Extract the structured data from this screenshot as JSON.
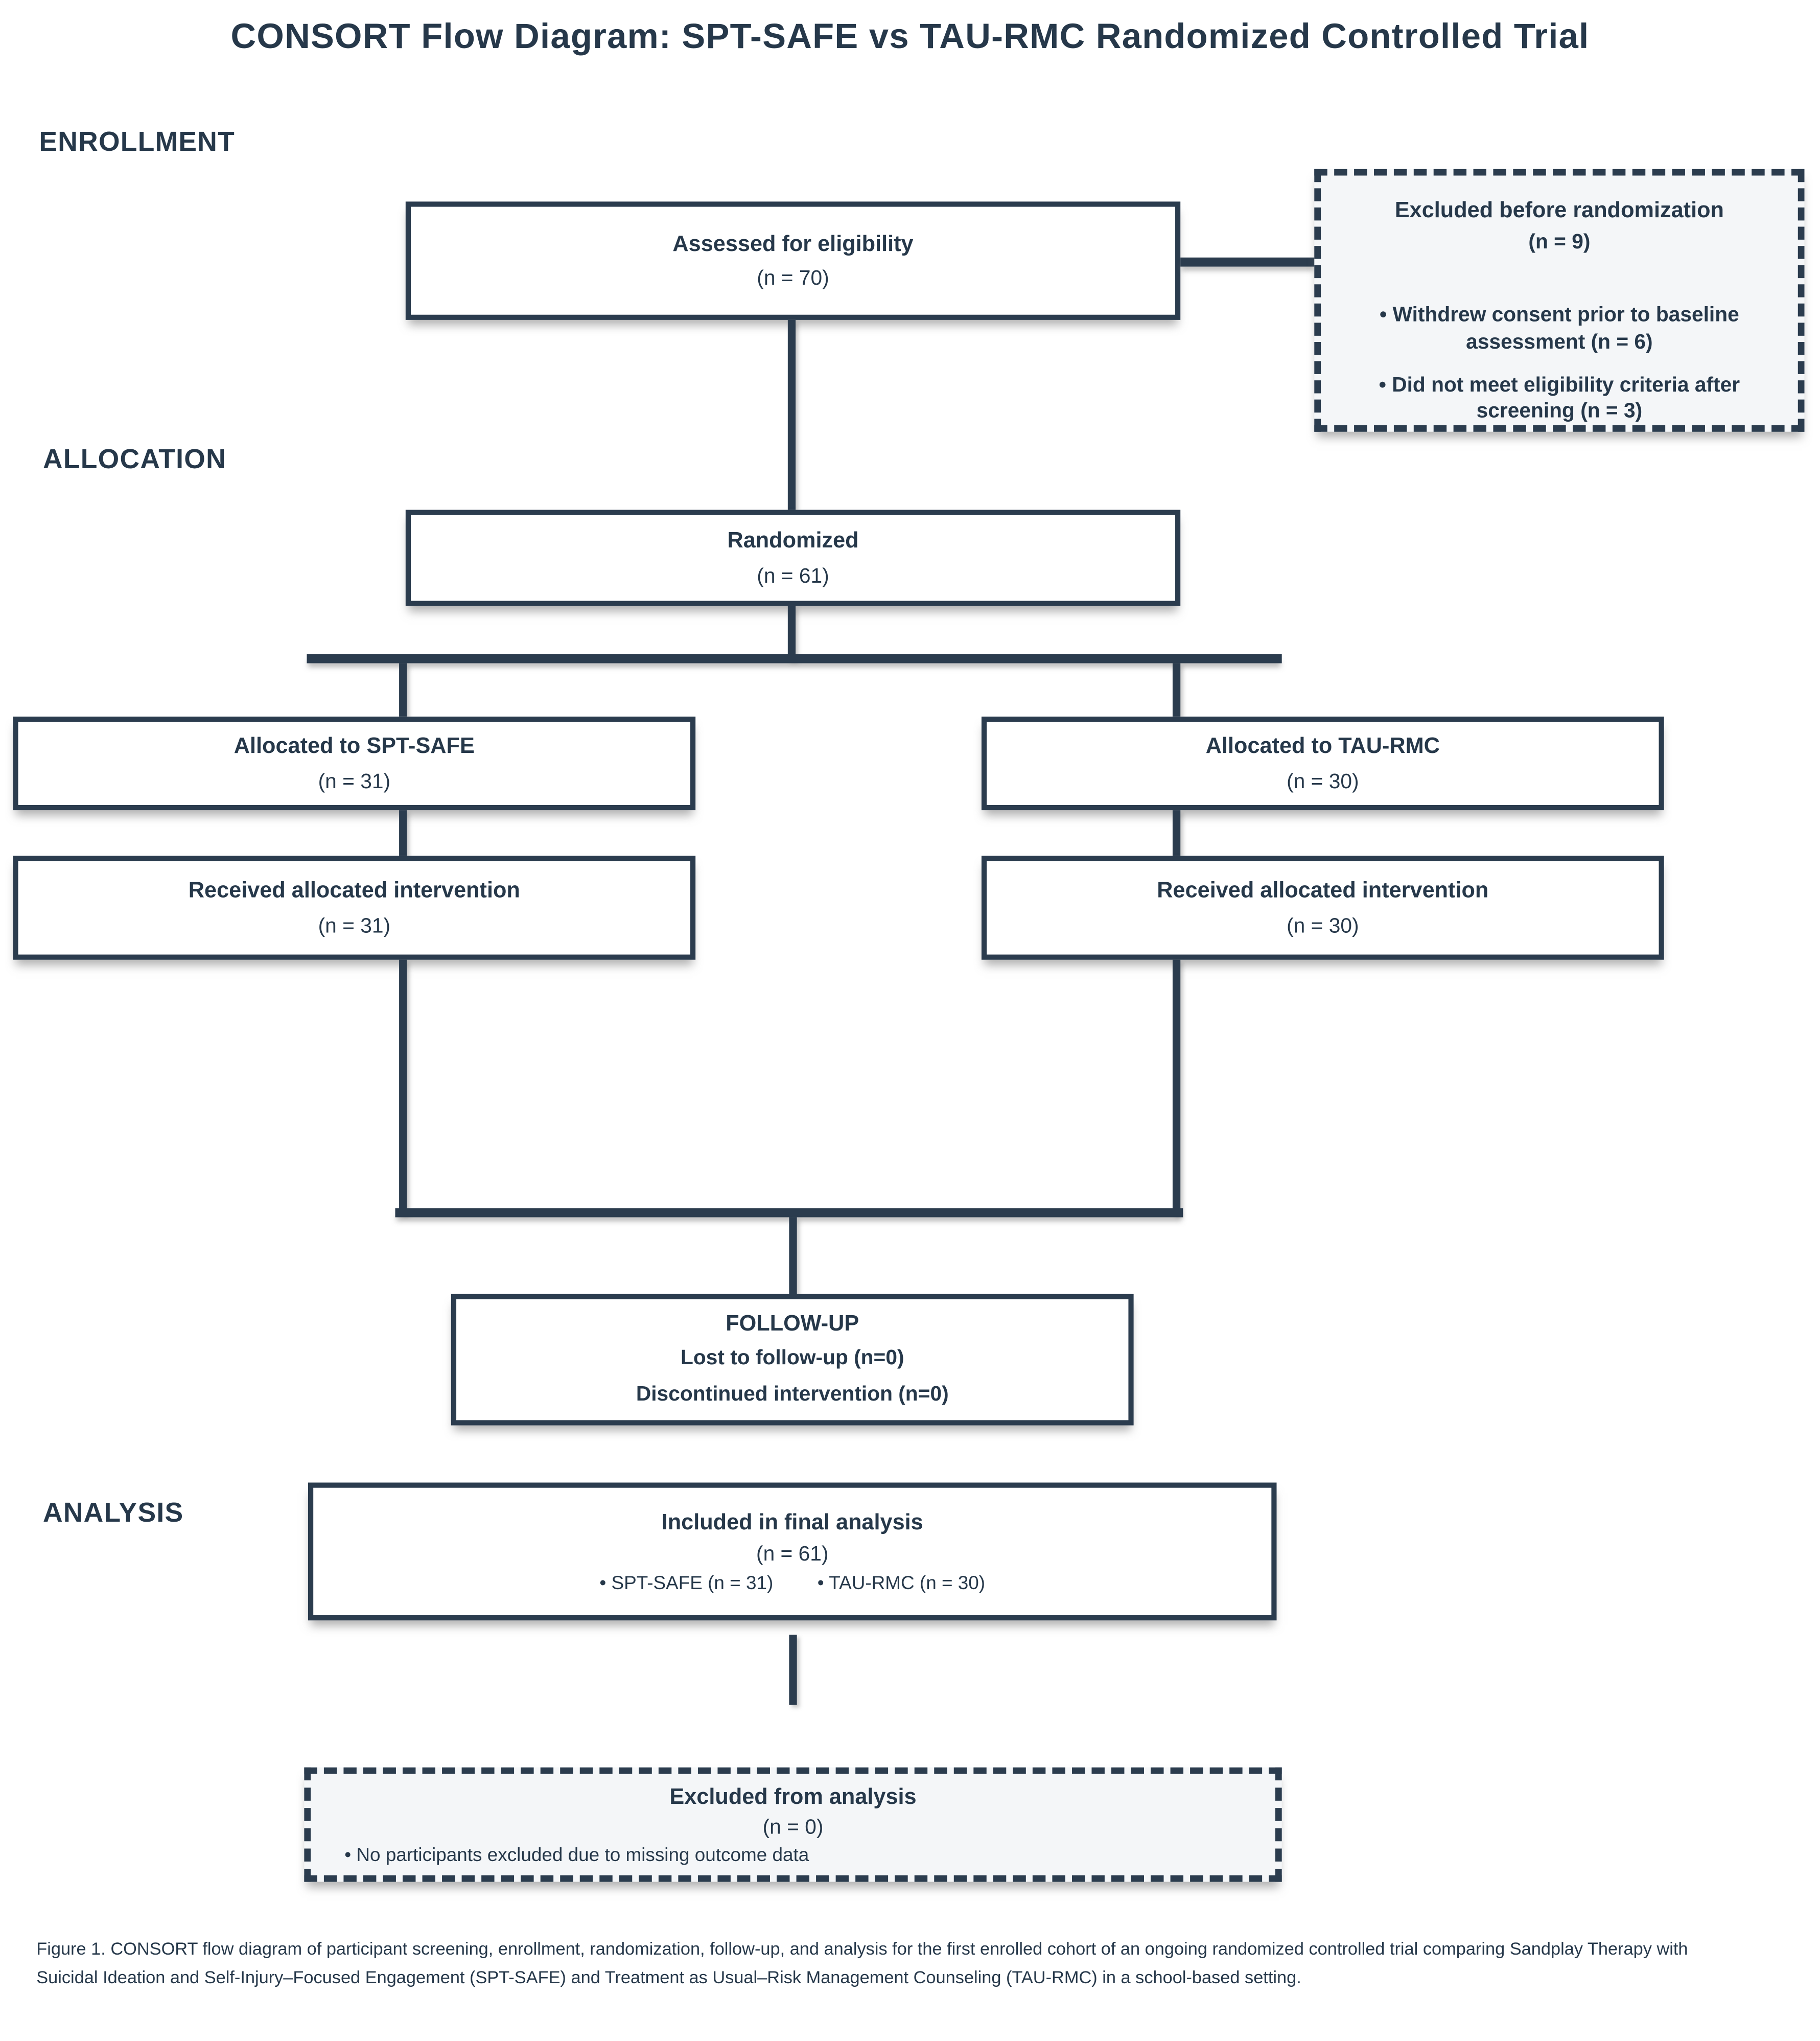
{
  "title": "CONSORT Flow Diagram: SPT-SAFE vs TAU-RMC Randomized Controlled Trial",
  "sections": {
    "enrollment": "ENROLLMENT",
    "allocation": "ALLOCATION",
    "analysis": "ANALYSIS"
  },
  "boxes": {
    "assessed": {
      "title": "Assessed for eligibility",
      "n": "(n = 70)"
    },
    "excluded_pre": {
      "title": "Excluded before randomization",
      "n": "(n = 9)",
      "bullets": [
        "• Withdrew consent prior to baseline assessment (n = 6)",
        "• Did not meet eligibility criteria after screening (n = 3)"
      ]
    },
    "randomized": {
      "title": "Randomized",
      "n": "(n = 61)"
    },
    "allocated_spt": {
      "title": "Allocated to SPT-SAFE",
      "n": "(n = 31)"
    },
    "allocated_tau": {
      "title": "Allocated to TAU-RMC",
      "n": "(n = 30)"
    },
    "received_spt": {
      "title": "Received allocated intervention",
      "n": "(n = 31)"
    },
    "received_tau": {
      "title": "Received allocated intervention",
      "n": "(n = 30)"
    },
    "followup": {
      "title": "FOLLOW-UP",
      "line2": "Lost to follow-up (n=0)",
      "line3": "Discontinued intervention (n=0)"
    },
    "included": {
      "title": "Included in final analysis",
      "n": "(n = 61)",
      "bullets": [
        "• SPT-SAFE  (n = 31)",
        "• TAU-RMC  (n = 30)"
      ]
    },
    "excluded_analysis": {
      "title": "Excluded from analysis",
      "n": "(n = 0)",
      "bullets": [
        "• No participants excluded due to missing outcome data"
      ]
    }
  },
  "caption": "Figure 1. CONSORT flow diagram of participant screening, enrollment, randomization, follow-up, and analysis for the first enrolled cohort of an ongoing randomized controlled trial comparing Sandplay Therapy with Suicidal Ideation and Self-Injury–Focused Engagement (SPT-SAFE) and Treatment as Usual–Risk Management Counseling (TAU-RMC) in a school-based setting.",
  "colors": {
    "ink": "#2b3c4e",
    "text": "#26384a",
    "dashed_fill": "#f4f6f8",
    "background": "#ffffff"
  }
}
